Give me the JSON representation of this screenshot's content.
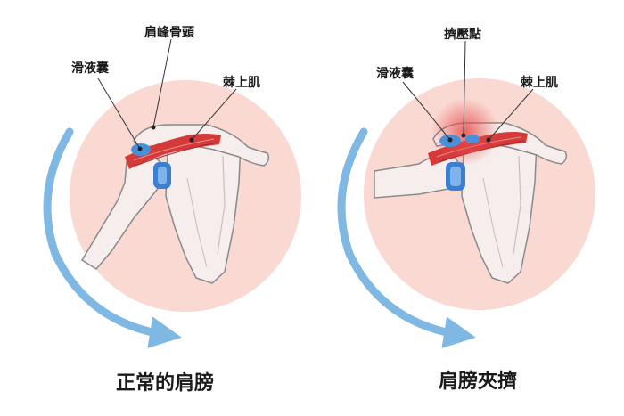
{
  "left_panel": {
    "caption": "正常的肩膀",
    "labels": {
      "acromion": "肩峰骨頭",
      "bursa": "滑液囊",
      "supraspinatus": "棘上肌"
    }
  },
  "right_panel": {
    "caption": "肩膀夾擠",
    "labels": {
      "impingement_point": "擠壓點",
      "bursa": "滑液囊",
      "supraspinatus": "棘上肌"
    }
  },
  "colors": {
    "background_circle": "#f9d9d2",
    "bone_fill": "#f5eeec",
    "bone_outline": "#8a8a8a",
    "muscle": "#d43a3a",
    "bursa_blue": "#4a90d9",
    "cartilage_blue": "#3b7fd0",
    "motion_arrow": "#7fb8e3",
    "impingement_glow": "#e84a4a"
  }
}
